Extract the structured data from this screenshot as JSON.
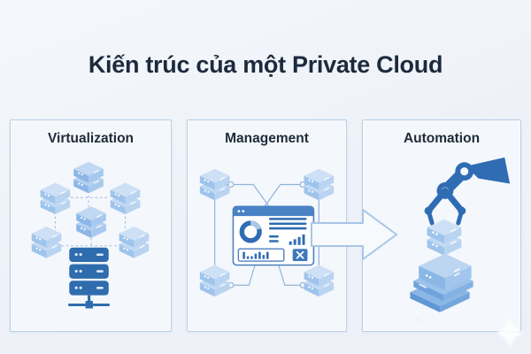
{
  "title": "Kiến trúc của một Private Cloud",
  "panels": [
    {
      "id": "virtualization",
      "label": "Virtualization",
      "icons": [
        "server-cube-cluster-icon",
        "dark-server-stack-icon",
        "network-link-icon"
      ]
    },
    {
      "id": "management",
      "label": "Management",
      "icons": [
        "dashboard-window-icon",
        "donut-chart-icon",
        "bar-chart-icon",
        "close-button-icon",
        "server-cube-icon",
        "node-circle-icon"
      ]
    },
    {
      "id": "automation",
      "label": "Automation",
      "icons": [
        "robot-arm-icon",
        "server-cube-icon",
        "server-pile-icon"
      ]
    }
  ],
  "flow": {
    "arrow": "management-to-automation",
    "direction": "right"
  },
  "decor": {
    "sparkle": "four-point-star"
  },
  "colors": {
    "background": "#eef2f8",
    "panel_fill": "#f4f7fb",
    "panel_border": "#b7cfe9",
    "title_text": "#1d2a3d",
    "accent_dark_blue": "#2e6cae",
    "accent_mid_blue": "#4a82c6",
    "server_top": "#cde0f5",
    "server_front": "#9fc4ec",
    "server_side": "#b9d4f1",
    "connector_line": "#8fb4dd",
    "arrow_outline": "#a8c5e6"
  }
}
